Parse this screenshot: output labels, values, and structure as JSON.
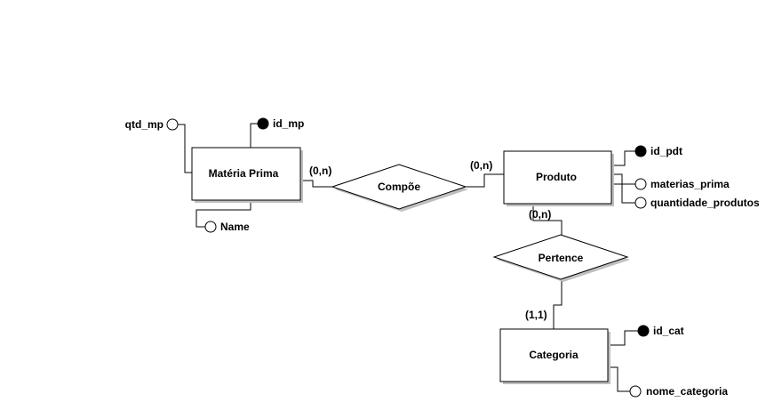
{
  "entities": {
    "materia_prima": "Matéria Prima",
    "produto": "Produto",
    "categoria": "Categoria"
  },
  "relationships": {
    "compoe": "Compõe",
    "pertence": "Pertence"
  },
  "cardinalities": {
    "compoe_materia": "(0,n)",
    "compoe_produto": "(0,n)",
    "pertence_produto": "(0,n)",
    "pertence_categoria": "(1,1)"
  },
  "attributes": {
    "qtd_mp": "qtd_mp",
    "id_mp": "id_mp",
    "name": "Name",
    "id_pdt": "id_pdt",
    "materias_prima": "materias_prima",
    "quantidade_produtos": "quantidade_produtos",
    "id_cat": "id_cat",
    "nome_categoria": "nome_categoria"
  }
}
